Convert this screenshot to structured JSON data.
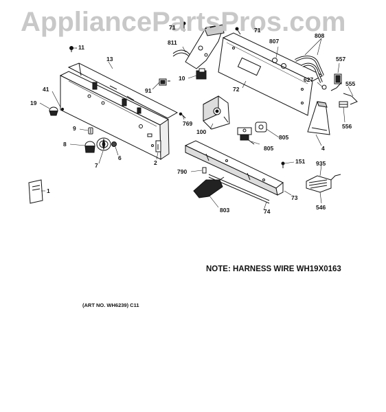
{
  "watermark": "AppliancePartsPros.com",
  "note": "NOTE: HARNESS WIRE WH19X0163",
  "art_number": "(ART NO. WH6239) C11",
  "callouts": {
    "c71": "71",
    "c811": "811",
    "c71b": "71",
    "c808": "808",
    "c807": "807",
    "c557": "557",
    "c11": "11",
    "c13": "13",
    "c10": "10",
    "c627": "627",
    "c555": "555",
    "c41": "41",
    "c91": "91",
    "c72": "72",
    "c19": "19",
    "c556": "556",
    "c769": "769",
    "c9": "9",
    "c100": "100",
    "c805a": "805",
    "c805b": "805",
    "c8": "8",
    "c6": "6",
    "c4": "4",
    "c7": "7",
    "c2": "2",
    "c151": "151",
    "c935": "935",
    "c790": "790",
    "c1": "1",
    "c73": "73",
    "c803": "803",
    "c74": "74",
    "c546": "546"
  }
}
